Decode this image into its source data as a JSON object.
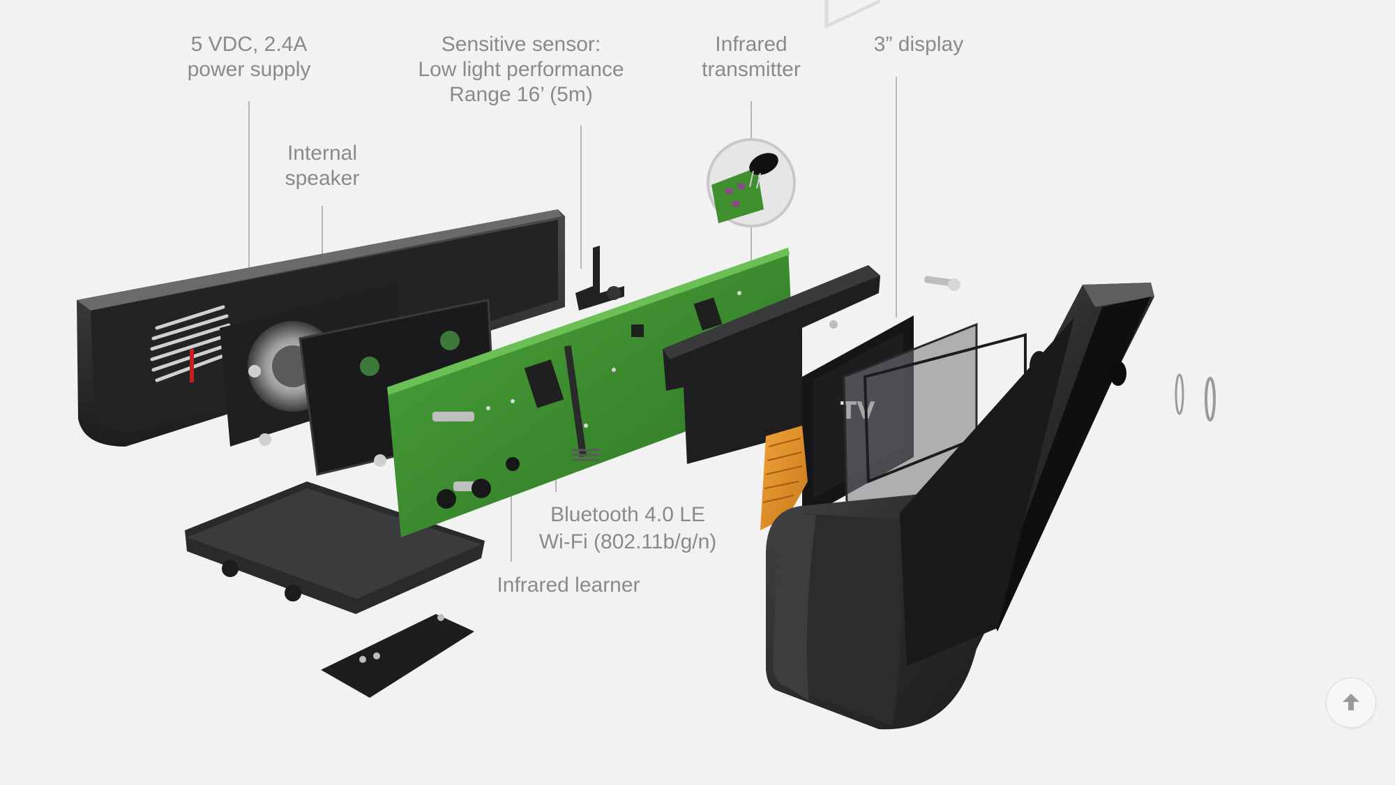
{
  "callouts": {
    "power": {
      "line1": "5 VDC, 2.4A",
      "line2": "power supply"
    },
    "speaker": {
      "line1": "Internal",
      "line2": "speaker"
    },
    "sensor": {
      "line1": "Sensitive sensor:",
      "line2": "Low light performance",
      "line3": "Range 16’ (5m)"
    },
    "ir_transmitter": {
      "line1": "Infrared",
      "line2": "transmitter"
    },
    "display": {
      "line1": "3” display"
    },
    "wireless": {
      "line1": "Bluetooth 4.0 LE",
      "line2": "Wi-Fi (802.11b/g/n)"
    },
    "ir_learner": {
      "line1": "Infrared learner"
    }
  },
  "display_screen_text": "TV",
  "scroll_button": {
    "icon": "arrow-up-icon"
  },
  "colors": {
    "background": "#f2f2f2",
    "label_text": "#8a8a8a",
    "leader_line": "#b5b5b5",
    "housing_dark": "#2b2b2d",
    "pcb_green": "#3f8f2f",
    "flex_cable": "#d9902a"
  }
}
